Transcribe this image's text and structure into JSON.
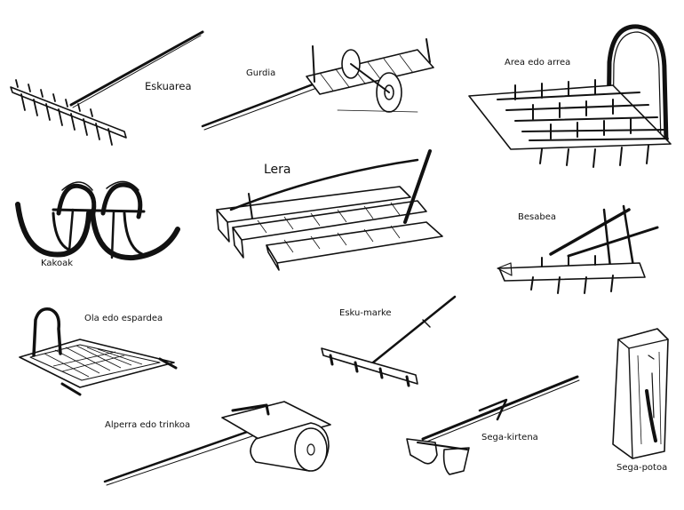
{
  "tools": [
    {
      "id": "eskuarea",
      "label": "Eskuarea"
    },
    {
      "id": "gurdia",
      "label": "Gurdia"
    },
    {
      "id": "area",
      "label": "Area edo arrea"
    },
    {
      "id": "kakoak",
      "label": "Kakoak"
    },
    {
      "id": "lera",
      "label": "Lera"
    },
    {
      "id": "besabea",
      "label": "Besabea"
    },
    {
      "id": "ola",
      "label": "Ola edo espardea"
    },
    {
      "id": "esku_marke",
      "label": "Esku-marke"
    },
    {
      "id": "alperra",
      "label": "Alperra edo trinkoa"
    },
    {
      "id": "sega_kirtena",
      "label": "Sega-kirtena"
    },
    {
      "id": "sega_potoa",
      "label": "Sega-potoa"
    }
  ]
}
